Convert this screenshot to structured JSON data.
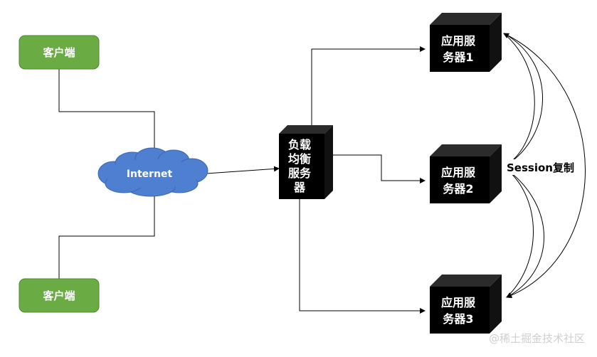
{
  "clients": [
    {
      "label": "客户端"
    },
    {
      "label": "客户端"
    }
  ],
  "internet": {
    "label": "Internet"
  },
  "load_balancer": {
    "lines": [
      "负载",
      "均衡",
      "服务",
      "器"
    ]
  },
  "app_servers": [
    {
      "lines": [
        "应用服",
        "务器1"
      ]
    },
    {
      "lines": [
        "应用服",
        "务器2"
      ]
    },
    {
      "lines": [
        "应用服",
        "务器3"
      ]
    }
  ],
  "session_replication": {
    "label": "Session复制"
  },
  "watermark": {
    "label": "@稀土掘金技术社区"
  },
  "colors": {
    "client_fill": "#6aab44",
    "client_stroke": "#4d8a2f",
    "cloud_fill": "#4f7fd1",
    "cloud_stroke": "#3b66b3",
    "server_front": "#000000",
    "server_top": "#2b2b2b",
    "server_side": "#111111",
    "connector": "#000000"
  }
}
